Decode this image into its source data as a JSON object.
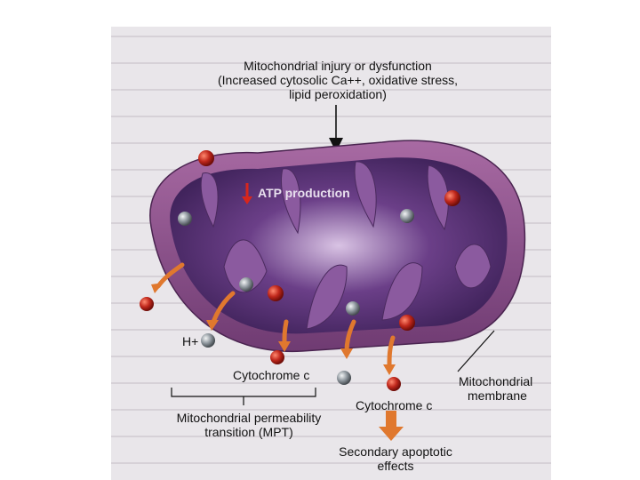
{
  "diagram": {
    "top_label": {
      "line1": "Mitochondrial injury or dysfunction",
      "line2": "(Increased cytosolic Ca++, oxidative stress,",
      "line3": "lipid peroxidation)"
    },
    "atp_label": "ATP production",
    "atp_arrow_symbol": "↓",
    "h_plus_label": "H+",
    "cytochrome_left": "Cytochrome c",
    "cytochrome_right": "Cytochrome c",
    "membrane_label": {
      "line1": "Mitochondrial",
      "line2": "membrane"
    },
    "mpt_label": {
      "line1": "Mitochondrial permeability",
      "line2": "transition (MPT)"
    },
    "effects_label": {
      "line1": "Secondary apoptotic",
      "line2": "effects"
    }
  },
  "colors": {
    "outer_membrane": "#8a4f86",
    "inner_matrix": "#4b2a6a",
    "cristae": "#7b4a8e",
    "red_sphere": "#c0281c",
    "gray_sphere": "#8f979e",
    "orange_arrow": "#e0782e"
  }
}
